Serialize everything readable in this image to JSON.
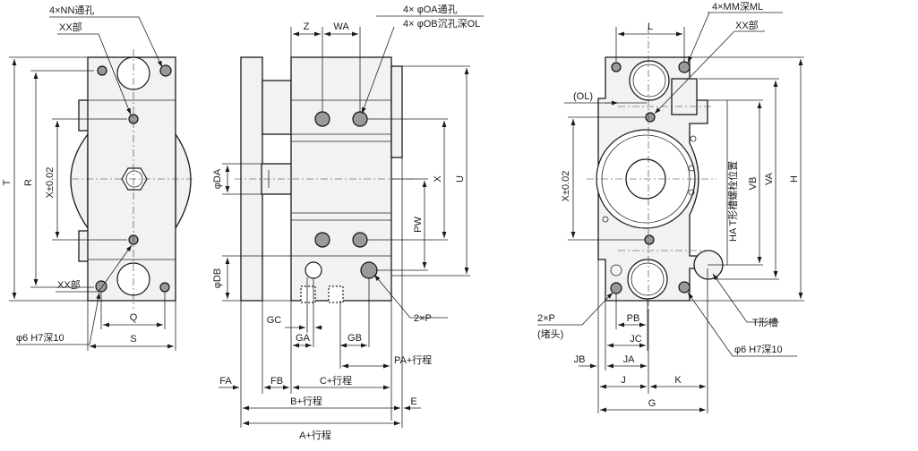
{
  "colors": {
    "line": "#1a1a1a",
    "body_fill": "#f2f2f2",
    "shade": "#9a9a9a"
  },
  "left_view": {
    "nn_hole": "4×NN通孔",
    "xx_part": "XX部",
    "dim_t": "T",
    "dim_r": "R",
    "dim_x": "X±0.02",
    "pin_hole": "φ6 H7深10",
    "dim_q": "Q",
    "dim_s": "S"
  },
  "middle_view": {
    "oa_hole": "4× φOA通孔",
    "ob_hole": "4× φOB沉孔深OL",
    "dim_z": "Z",
    "dim_wa": "WA",
    "dim_da": "φDA",
    "dim_db": "φDB",
    "dim_x": "X",
    "dim_u": "U",
    "dim_pw": "PW",
    "dim_gc": "GC",
    "dim_ga": "GA",
    "dim_gb": "GB",
    "port": "2×P",
    "dim_pa": "PA+行程",
    "dim_fa": "FA",
    "dim_fb": "FB",
    "dim_c": "C+行程",
    "dim_b": "B+行程",
    "dim_e": "E",
    "dim_a": "A+行程"
  },
  "right_view": {
    "mm_hole": "4×MM深ML",
    "xx_part": "XX部",
    "dim_l": "L",
    "dim_ol": "(OL)",
    "dim_x": "X±0.02",
    "dim_vb": "VB",
    "dim_va": "VA",
    "dim_h": "H",
    "t_slot_pos": "HA T形槽螺栓位置",
    "port": "2×P",
    "plug": "(堵头)",
    "dim_pb": "PB",
    "dim_jc": "JC",
    "dim_jb": "JB",
    "dim_ja": "JA",
    "t_slot": "T形槽",
    "pin_hole": "φ6 H7深10",
    "dim_j": "J",
    "dim_k": "K",
    "dim_g": "G"
  }
}
